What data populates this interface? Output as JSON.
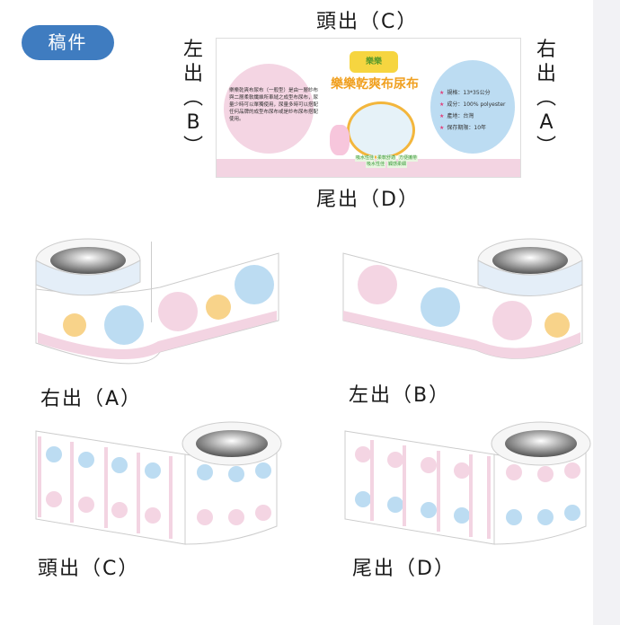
{
  "badge": "稿件",
  "directions": {
    "top": "頭出（C）",
    "bottom": "尾出（D）",
    "left": [
      "左",
      "出",
      "︵",
      "B",
      "︶"
    ],
    "right": [
      "右",
      "出",
      "︵",
      "A",
      "︶"
    ]
  },
  "label": {
    "logo": "樂樂",
    "title": "樂樂乾爽布尿布",
    "description": "樂樂乾爽布尿布（一般型）是由一層紗布與二層柔軟纖維所車縫之成型布尿布，尿量少時可以單獨使用，尿量多時可以搭配任何品牌的成型布尿布或是紗布尿布搭配使用。",
    "specs": [
      "規格：13*35公分",
      "成分：100% polyester",
      "產地：台灣",
      "保存期限：10年"
    ],
    "tags": [
      "吸水性佳",
      "柔軟舒適",
      "方便攜帶",
      "吸水性佳",
      "觸感柔細"
    ]
  },
  "captions": {
    "a": "右出（A）",
    "b": "左出（B）",
    "c": "頭出（C）",
    "d": "尾出（D）"
  },
  "colors": {
    "badge": "#3f7cc0",
    "pink": "#f4d5e3",
    "blue": "#bcdcf2"
  }
}
